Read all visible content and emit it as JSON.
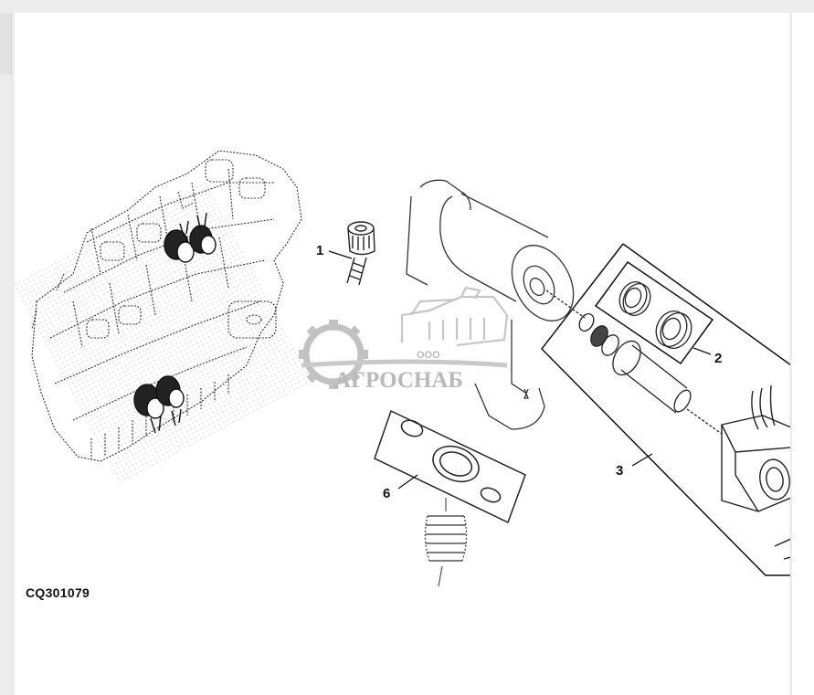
{
  "figure": {
    "code": "CQ301079",
    "callouts": [
      "1",
      "2",
      "3",
      "6"
    ]
  },
  "watermark": {
    "prefix": "ООО",
    "name": "АГРОСНАБ",
    "icon": "combine-harvester-gear-icon"
  },
  "colors": {
    "background": "#ececec",
    "sheet": "#ffffff",
    "line": "#222222",
    "watermark": "#b9b9b9"
  }
}
